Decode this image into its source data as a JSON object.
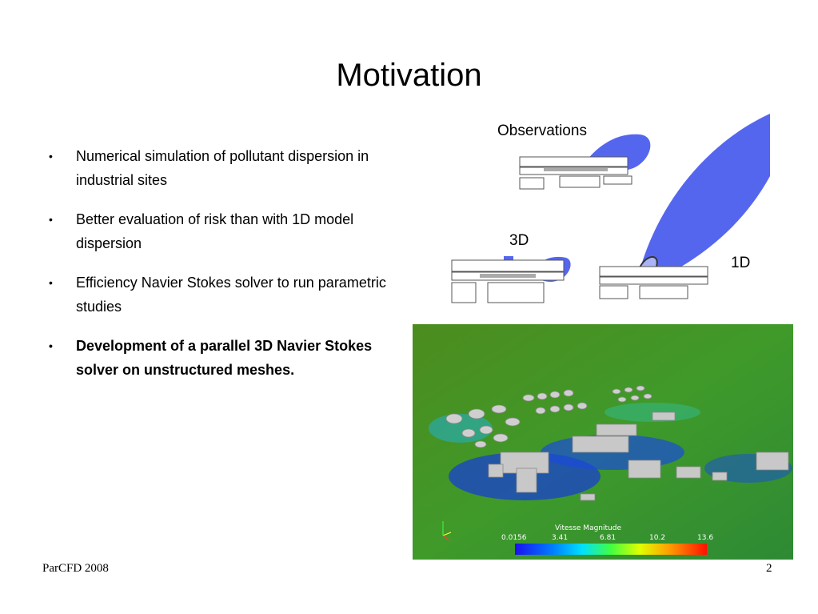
{
  "slide": {
    "title": "Motivation",
    "bullets": [
      {
        "text": "Numerical simulation of pollutant dispersion in industrial sites",
        "bold": false
      },
      {
        "text": "Better evaluation  of risk than with 1D model dispersion",
        "bold": false
      },
      {
        "text": "Efficiency Navier Stokes solver to run parametric studies",
        "bold": false
      },
      {
        "text": "Development of a  parallel 3D Navier Stokes solver on unstructured meshes.",
        "bold": true
      }
    ],
    "bullet_glyph": "•"
  },
  "diagram": {
    "observations_label": "Observations",
    "label_3d": "3D",
    "label_1d": "1D",
    "plume_color": "#5566ee"
  },
  "simulation": {
    "legend_title": "Vitesse Magnitude",
    "ticks": [
      "0.0156",
      "3.41",
      "6.81",
      "10.2",
      "13.6"
    ]
  },
  "footer": {
    "left": "ParCFD 2008",
    "page_number": "2"
  }
}
